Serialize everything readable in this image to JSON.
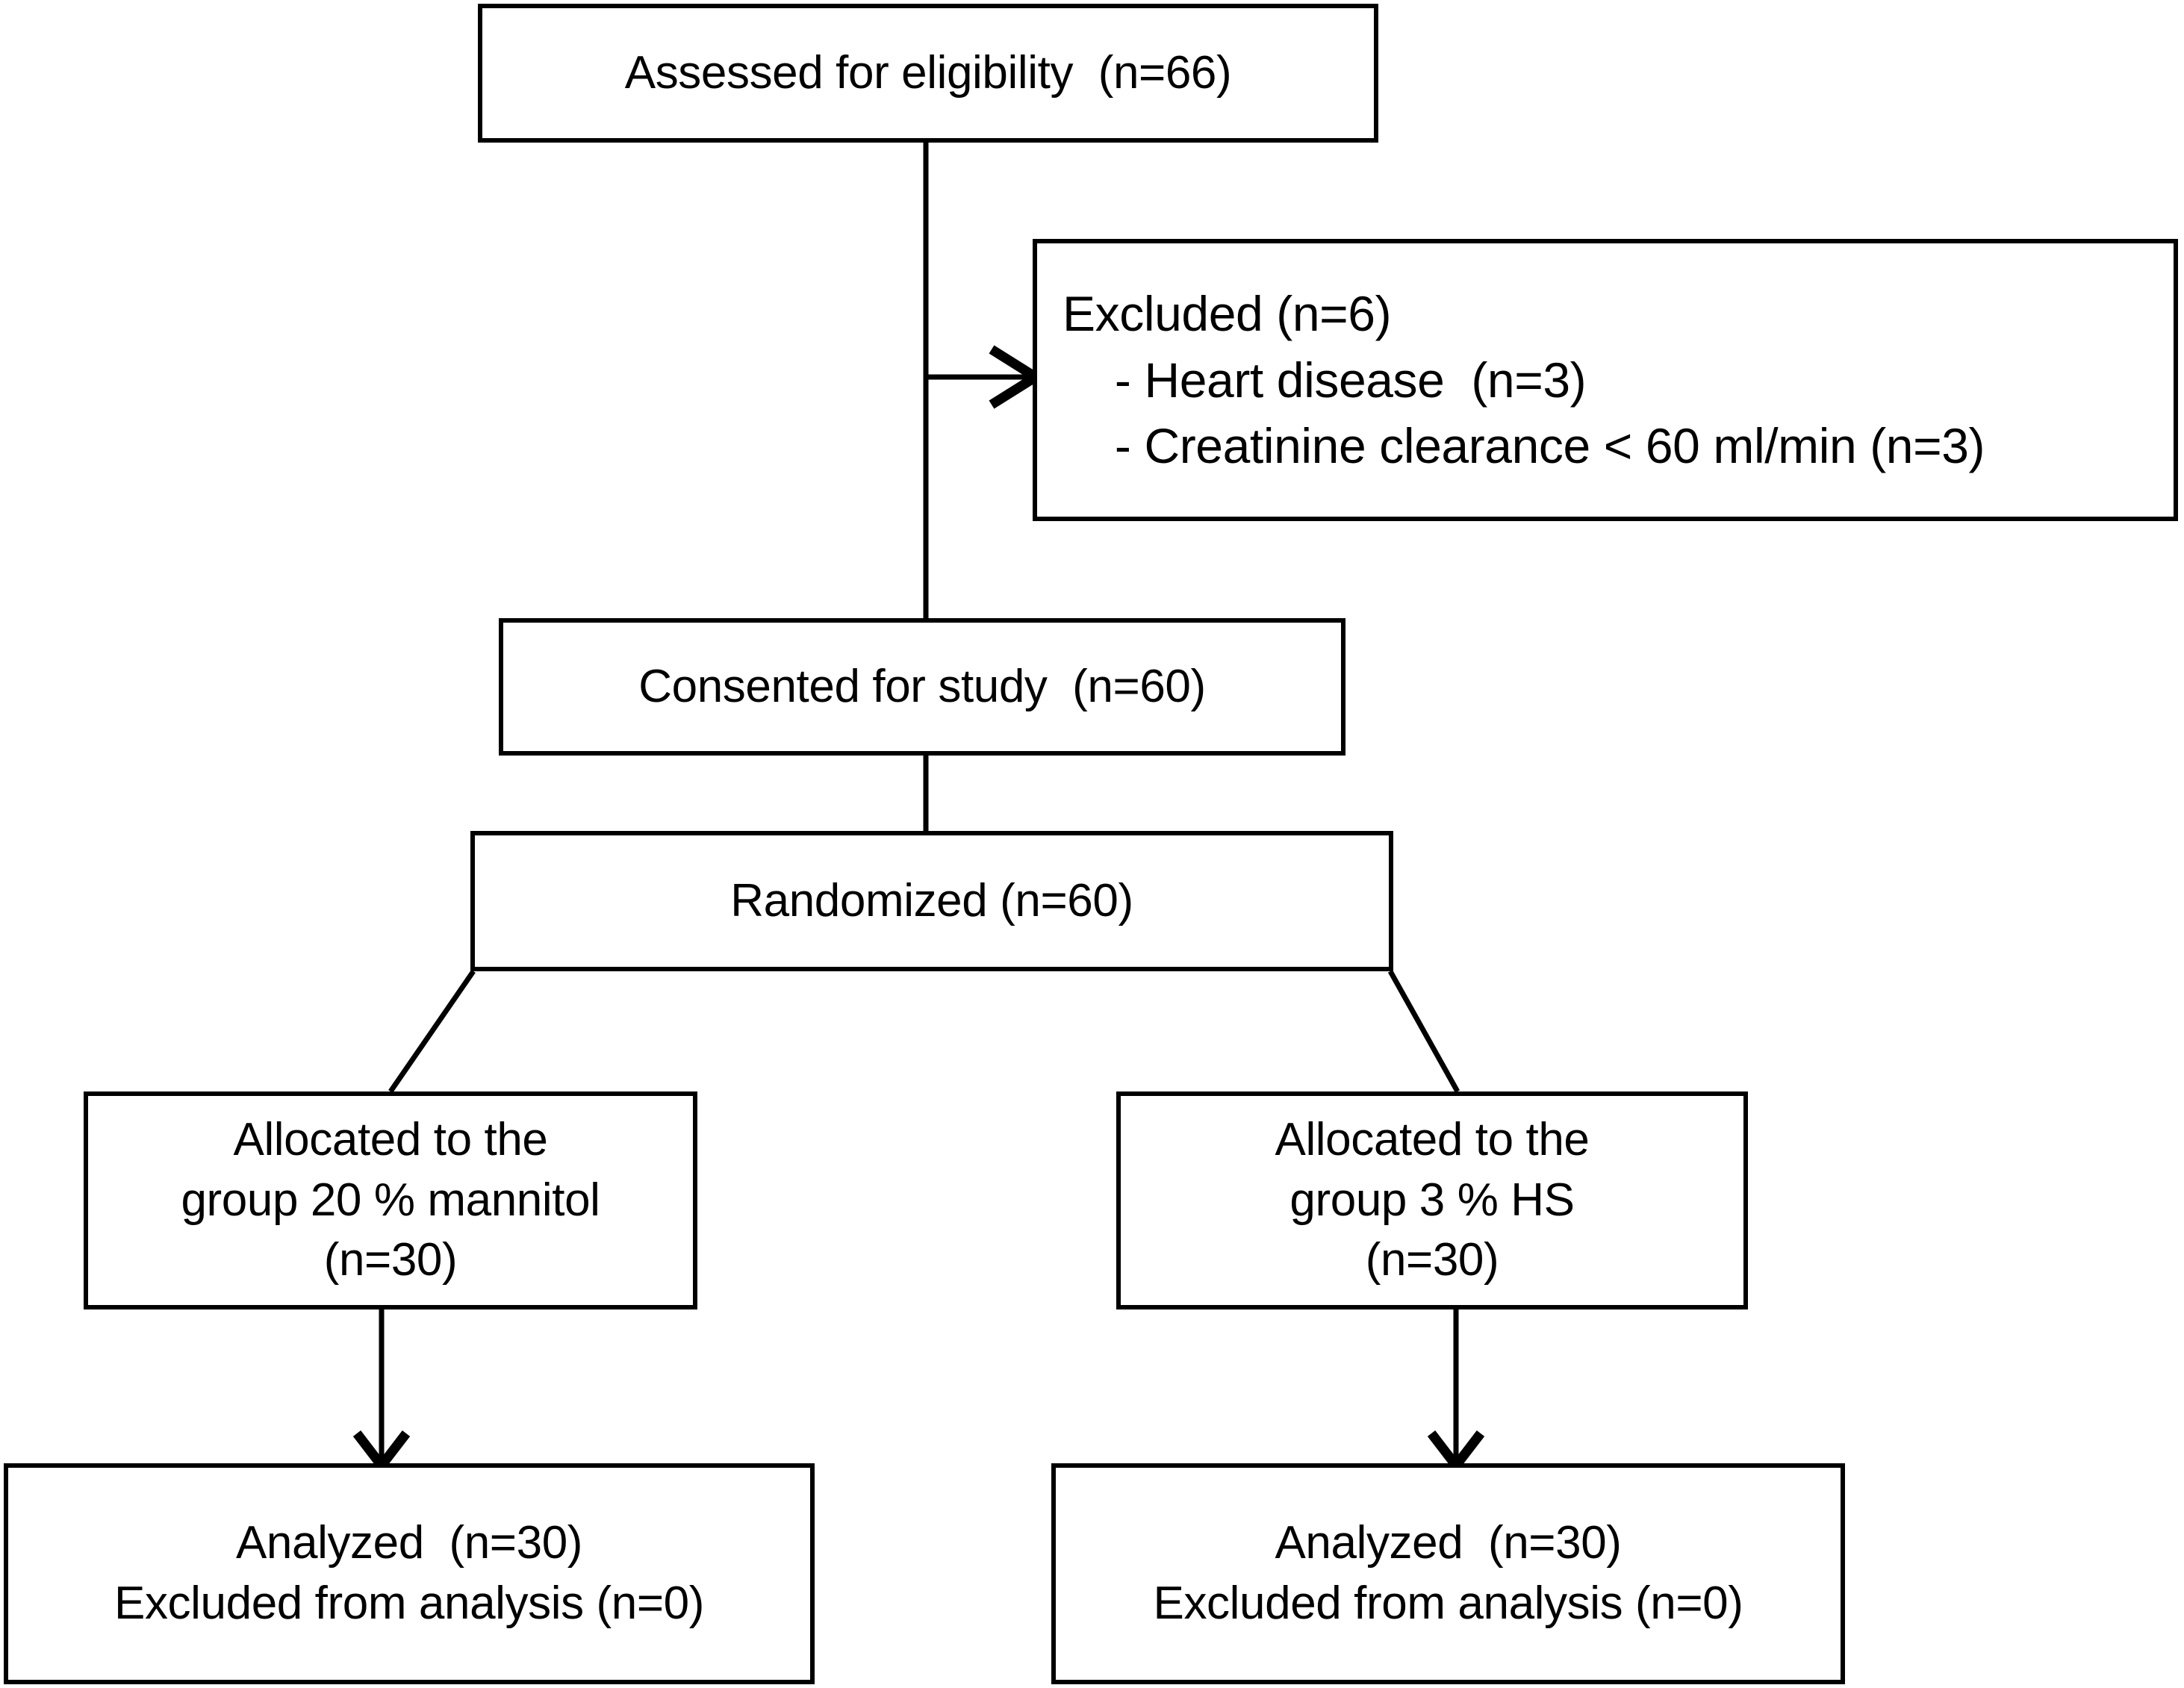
{
  "diagram": {
    "type": "consort-flow-diagram",
    "title": "CONSORT participant flow diagram",
    "colors": {
      "background": "#ffffff",
      "box_border": "#000000",
      "connector": "#000000",
      "text": "#000000"
    },
    "nodes": [
      {
        "id": "assessed",
        "name": "assessed-for-eligibility-box",
        "align": "center",
        "lines": [
          "Assessed for eligibility  (n=66)"
        ],
        "n": 66
      },
      {
        "id": "excluded",
        "name": "excluded-box",
        "align": "left",
        "lines": [
          "Excluded (n=6)",
          " - Heart disease  (n=3)",
          " - Creatinine clearance < 60 ml/min (n=3)"
        ],
        "n": 6,
        "reasons": [
          {
            "label": "Heart disease",
            "n": 3
          },
          {
            "label": "Creatinine clearance < 60 ml/min",
            "n": 3
          }
        ]
      },
      {
        "id": "consented",
        "name": "consented-for-study-box",
        "align": "center",
        "lines": [
          "Consented for study  (n=60)"
        ],
        "n": 60
      },
      {
        "id": "randomized",
        "name": "randomized-box",
        "align": "center",
        "lines": [
          "Randomized (n=60)"
        ],
        "n": 60
      },
      {
        "id": "alloc_left",
        "name": "allocated-mannitol-box",
        "align": "center",
        "lines": [
          "Allocated to the",
          "group 20 % mannitol",
          "(n=30)"
        ],
        "n": 30,
        "group": "20 % mannitol"
      },
      {
        "id": "alloc_right",
        "name": "allocated-hypertonic-saline-box",
        "align": "center",
        "lines": [
          "Allocated to the",
          "group 3 % HS",
          "(n=30)"
        ],
        "n": 30,
        "group": "3 % HS"
      },
      {
        "id": "analyzed_left",
        "name": "analyzed-mannitol-box",
        "align": "center",
        "lines": [
          "Analyzed  (n=30)",
          "Excluded from analysis (n=0)"
        ],
        "analyzed_n": 30,
        "excluded_n": 0
      },
      {
        "id": "analyzed_right",
        "name": "analyzed-hypertonic-saline-box",
        "align": "center",
        "lines": [
          "Analyzed  (n=30)",
          "Excluded from analysis (n=0)"
        ],
        "analyzed_n": 30,
        "excluded_n": 0
      }
    ],
    "edges": [
      {
        "from": "assessed",
        "to": "consented",
        "style": "plain-line",
        "direction": "down"
      },
      {
        "from": "assessed",
        "to": "excluded",
        "style": "arrow",
        "direction": "right"
      },
      {
        "from": "consented",
        "to": "randomized",
        "style": "plain-line",
        "direction": "down"
      },
      {
        "from": "randomized",
        "to": "alloc_left",
        "style": "diagonal",
        "direction": "down-left"
      },
      {
        "from": "randomized",
        "to": "alloc_right",
        "style": "diagonal",
        "direction": "down-right"
      },
      {
        "from": "alloc_left",
        "to": "analyzed_left",
        "style": "arrow",
        "direction": "down"
      },
      {
        "from": "alloc_right",
        "to": "analyzed_right",
        "style": "arrow",
        "direction": "down"
      }
    ]
  }
}
